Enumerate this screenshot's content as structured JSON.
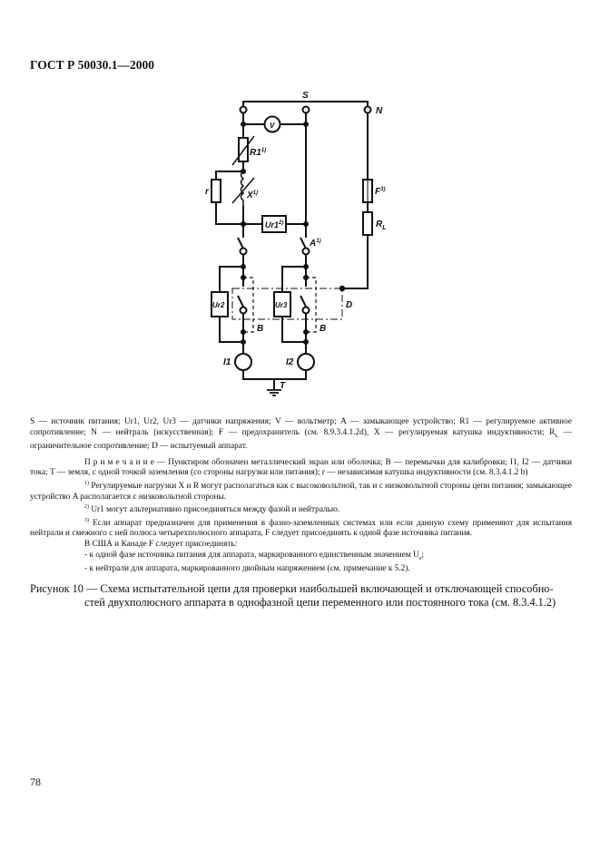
{
  "header": "ГОСТ Р 50030.1—2000",
  "diagram": {
    "labels": {
      "S": "S",
      "N": "N",
      "V": "V",
      "R1": "R1",
      "R1_sup": "1)",
      "r": "r",
      "X": "X",
      "X_sup": "1)",
      "Ur1": "Ur1",
      "Ur1_sup": "2)",
      "A": "A",
      "A_sup": "1)",
      "F": "F",
      "F_sup": "3)",
      "RL": "R",
      "RL_sub": "L",
      "Ur2": "Ur2",
      "Ur3": "Ur3",
      "B1": "B",
      "B2": "B",
      "D": "D",
      "I1": "I1",
      "I2": "I2",
      "T": "T"
    }
  },
  "legend": {
    "line1": "S — источник питания; Ur1, Ur2, Ur3 — датчики напряжения; V — вольтметр; A — замыкающее устройство; R1 — регулируемое активное сопротивление; N — нейтраль (искусственная); F — предохранитель (см. 8.9.3.4.1.2d), X — регулируемая катушка индуктивности; R",
    "line1_sub": "L",
    "line1_end": " — ограничительное сопротивление; D — испытуемый аппарат.",
    "note_head": "П р и м е ч а н и е",
    "note": " — Пунктиром обозначен металлический экран или оболочка; B — перемычки для калибровки; I1, I2 — датчики тока; T — земля, с одной точкой заземления (со стороны нагрузки или питания); r — независимая катушка индуктивности (см. 8.3.4.1.2 b)",
    "fn1_mark": "1)",
    "fn1": " Регулируемые нагрузки X и R могут располагаться как с высоковольтной, так и с низковольтной стороны цепи питания; замыкающее устройство A располагается с низковольтной стороны.",
    "fn2_mark": "2)",
    "fn2": " Ur1 могут альтернативно присоединяться между фазой и нейтралью.",
    "fn3_mark": "3)",
    "fn3": " Если аппарат предназначен для применения в фазно-заземленных системах или если данную схему применяют для испытания нейтрали и смежного с ней полюса четырехполюсного аппарата, F следует присоединять к одной фазе источника питания.",
    "usa": "В США и Канаде F следует присоединять:",
    "usa_item1": "- к одной фазе источника питания для аппарата, маркированного единственным значением U",
    "usa_item1_sub": "e",
    "usa_item1_end": ";",
    "usa_item2": "- к нейтрали для аппарата, маркированного двойным напряжением (см. примечание к 5.2)."
  },
  "caption": {
    "line1": "Рисунок 10 — Схема испытательной цепи для проверки наибольшей включающей и отключающей способно-",
    "line2": "стей двухполюсного аппарата в однофазной цепи переменного или постоянного тока (см. 8.3.4.1.2)"
  },
  "page_number": "78"
}
